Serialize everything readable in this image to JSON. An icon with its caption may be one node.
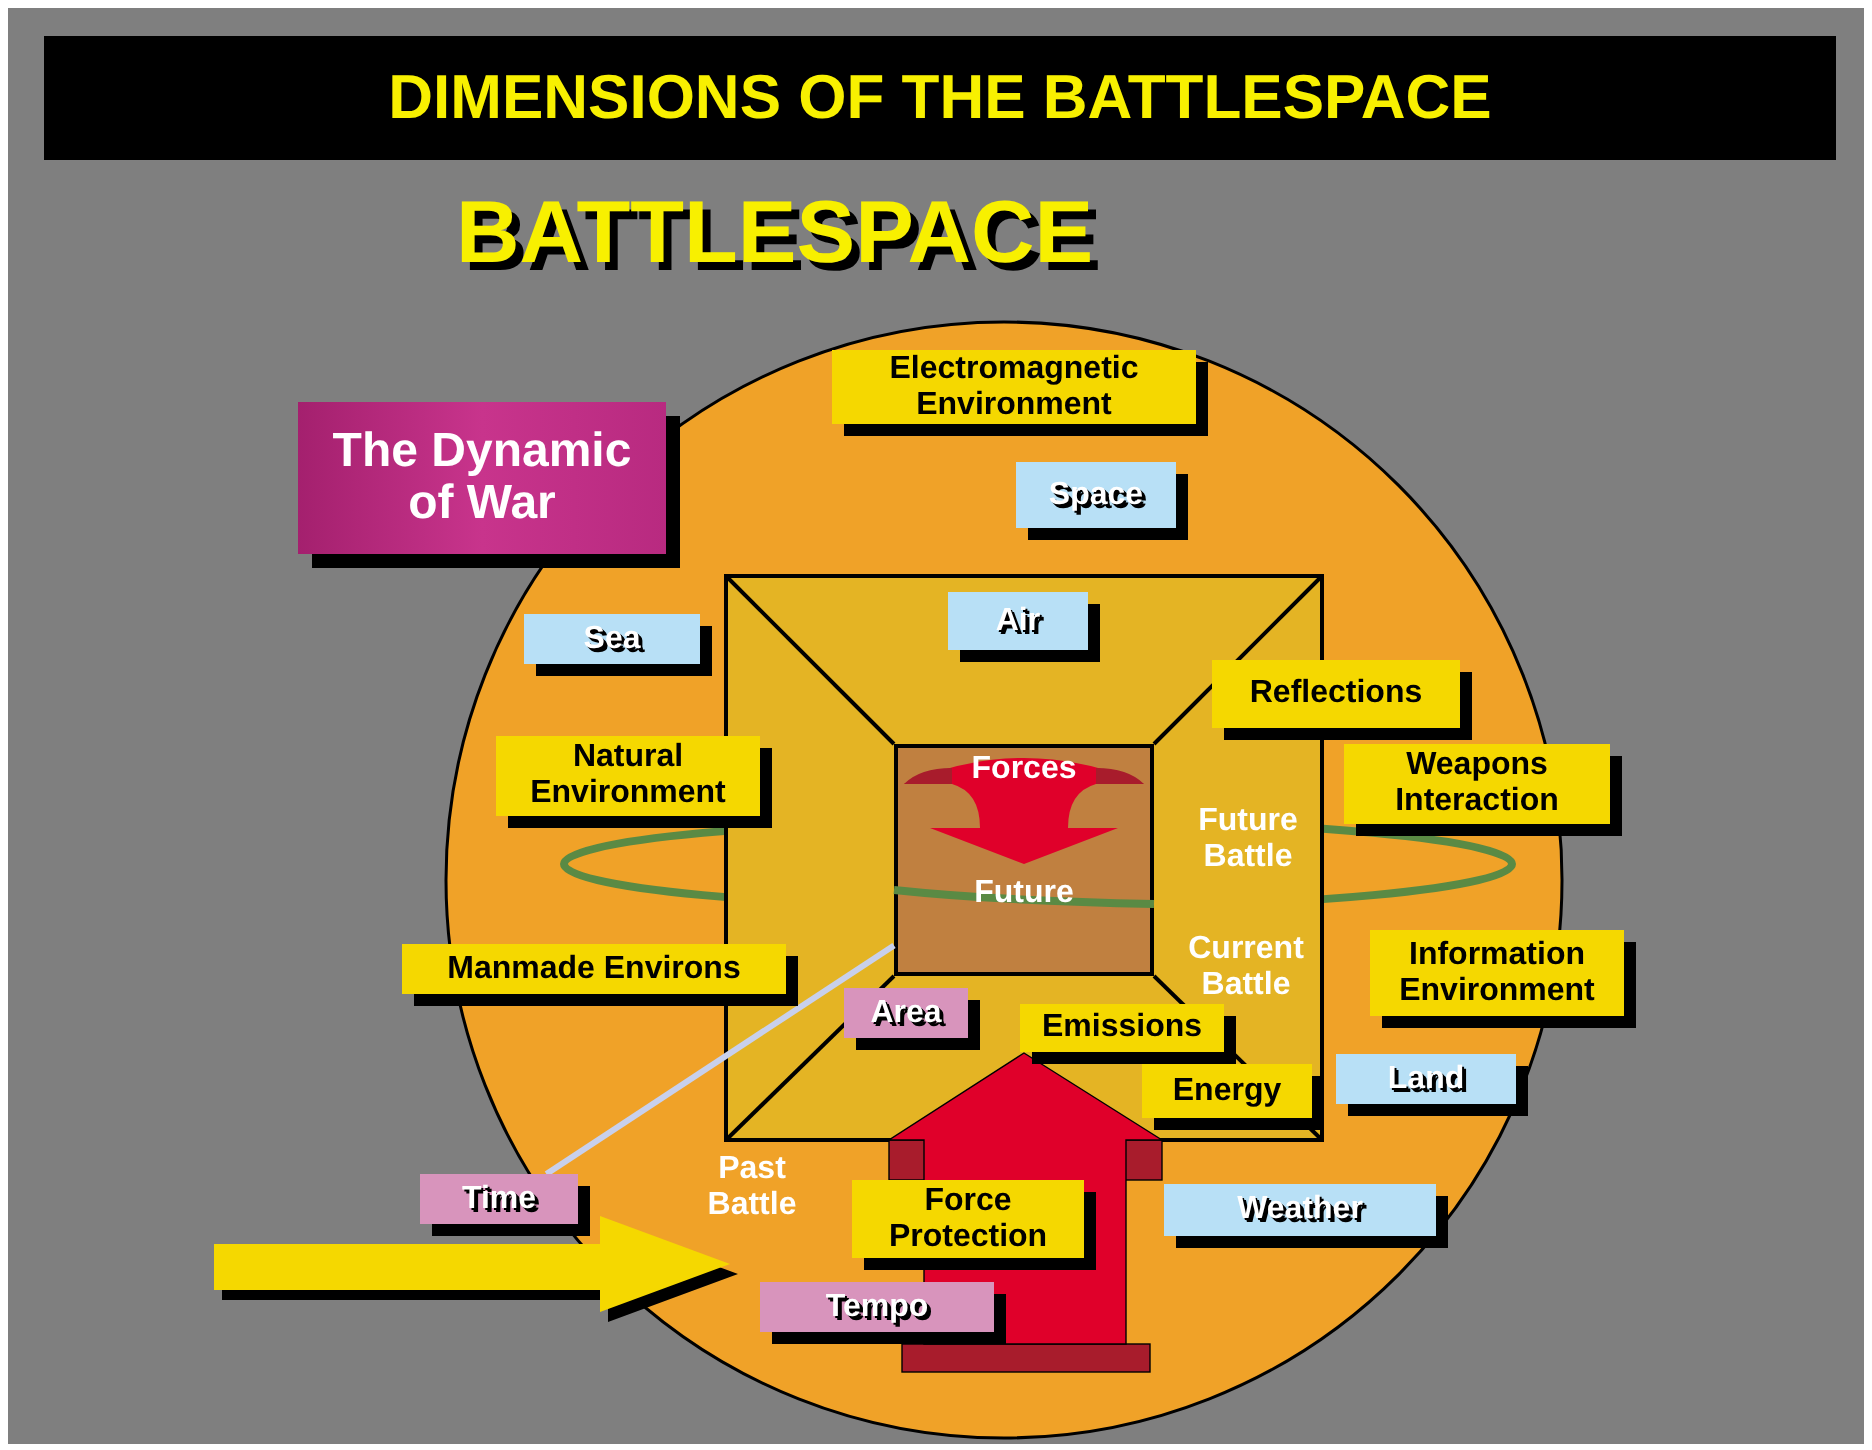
{
  "diagram": {
    "title": "DIMENSIONS OF THE BATTLESPACE",
    "nodes": [
      {
        "text": [
          "Electromagnetic Environment"
        ]
      },
      {
        "text": [
          "The Dynamic of War"
        ]
      },
      {
        "text": [
          "Space"
        ]
      },
      {
        "text": [
          "Air"
        ]
      },
      {
        "text": [
          "Sea"
        ]
      },
      {
        "text": [
          "Reflections"
        ]
      },
      {
        "text": [
          "Natural Environment"
        ]
      },
      {
        "text": [
          "Weapons Interaction"
        ]
      },
      {
        "text": [
          "Future"
        ]
      },
      {
        "text": [
          "Information Environment"
        ]
      },
      {
        "text": [
          "Manmade Environs"
        ]
      },
      {
        "text": [
          "Area"
        ]
      },
      {
        "text": [
          "Emissions"
        ]
      },
      {
        "text": [
          "Energy"
        ]
      },
      {
        "text": [
          "Land"
        ]
      },
      {
        "text": [
          "Time"
        ]
      },
      {
        "text": [
          "Force Protection"
        ]
      },
      {
        "text": [
          "Weather"
        ]
      },
      {
        "text": [
          "Tempo"
        ]
      },
      {
        "text": [],
        "shape": "arrow"
      }
    ],
    "edges": [
      {
        "from": 15,
        "to": 8,
        "arrow": "none"
      }
    ],
    "labels": [
      "BATTLESPACE",
      "Forces",
      "Future Battle",
      "Current Battle",
      "Past Battle"
    ]
  }
}
